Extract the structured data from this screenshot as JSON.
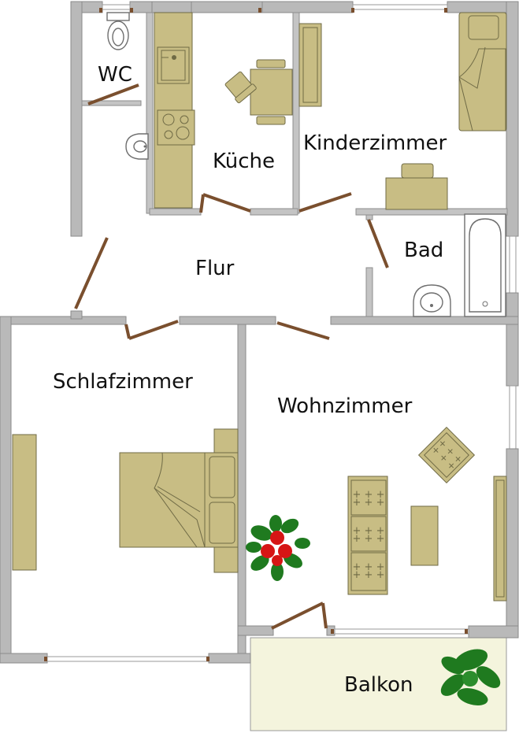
{
  "rooms": {
    "wc": "WC",
    "kueche": "Küche",
    "kinderzimmer": "Kinderzimmer",
    "bad": "Bad",
    "flur": "Flur",
    "schlafzimmer": "Schlafzimmer",
    "wohnzimmer": "Wohnzimmer",
    "balkon": "Balkon"
  },
  "colors": {
    "wall": "#b9b9b9",
    "furniture": "#c8bd84",
    "door": "#7a4f2e",
    "plant_flowers": "#d61515",
    "plant_leaves": "#1f7a1f",
    "balcony_floor": "#f4f4dd"
  }
}
